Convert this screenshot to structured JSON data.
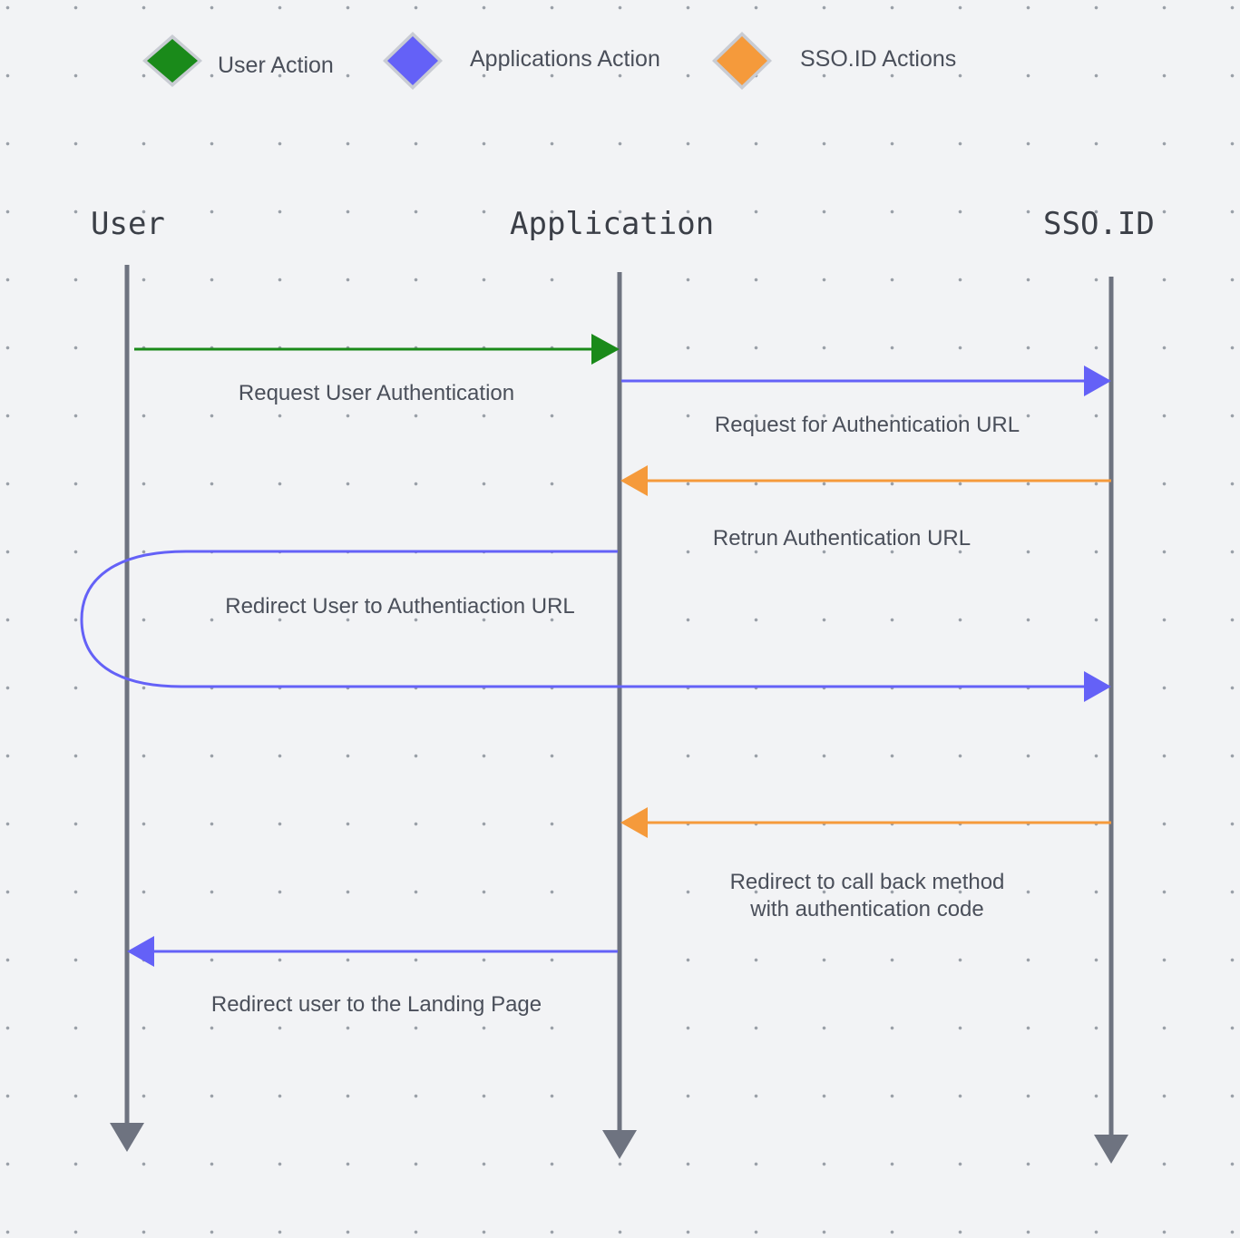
{
  "legend": [
    {
      "label": "User Action",
      "color": "#1a8a1a"
    },
    {
      "label": "Applications Action",
      "color": "#6461f7"
    },
    {
      "label": "SSO.ID Actions",
      "color": "#f59a3b"
    }
  ],
  "actors": {
    "user": "User",
    "application": "Application",
    "sso": "SSO.ID"
  },
  "messages": {
    "request_user_auth": "Request User Authentication",
    "request_auth_url": "Request for Authentication URL",
    "return_auth_url": "Retrun Authentication URL",
    "redirect_user_auth_url": "Redirect User to Authentiaction URL",
    "redirect_callback_line1": "Redirect to call back method",
    "redirect_callback_line2": "with authentication code",
    "redirect_landing": "Redirect user to the Landing Page"
  },
  "colors": {
    "lifeline": "#6e7380",
    "user_action": "#1a8a1a",
    "app_action": "#6461f7",
    "sso_action": "#f59a3b",
    "background": "#f2f3f5"
  }
}
